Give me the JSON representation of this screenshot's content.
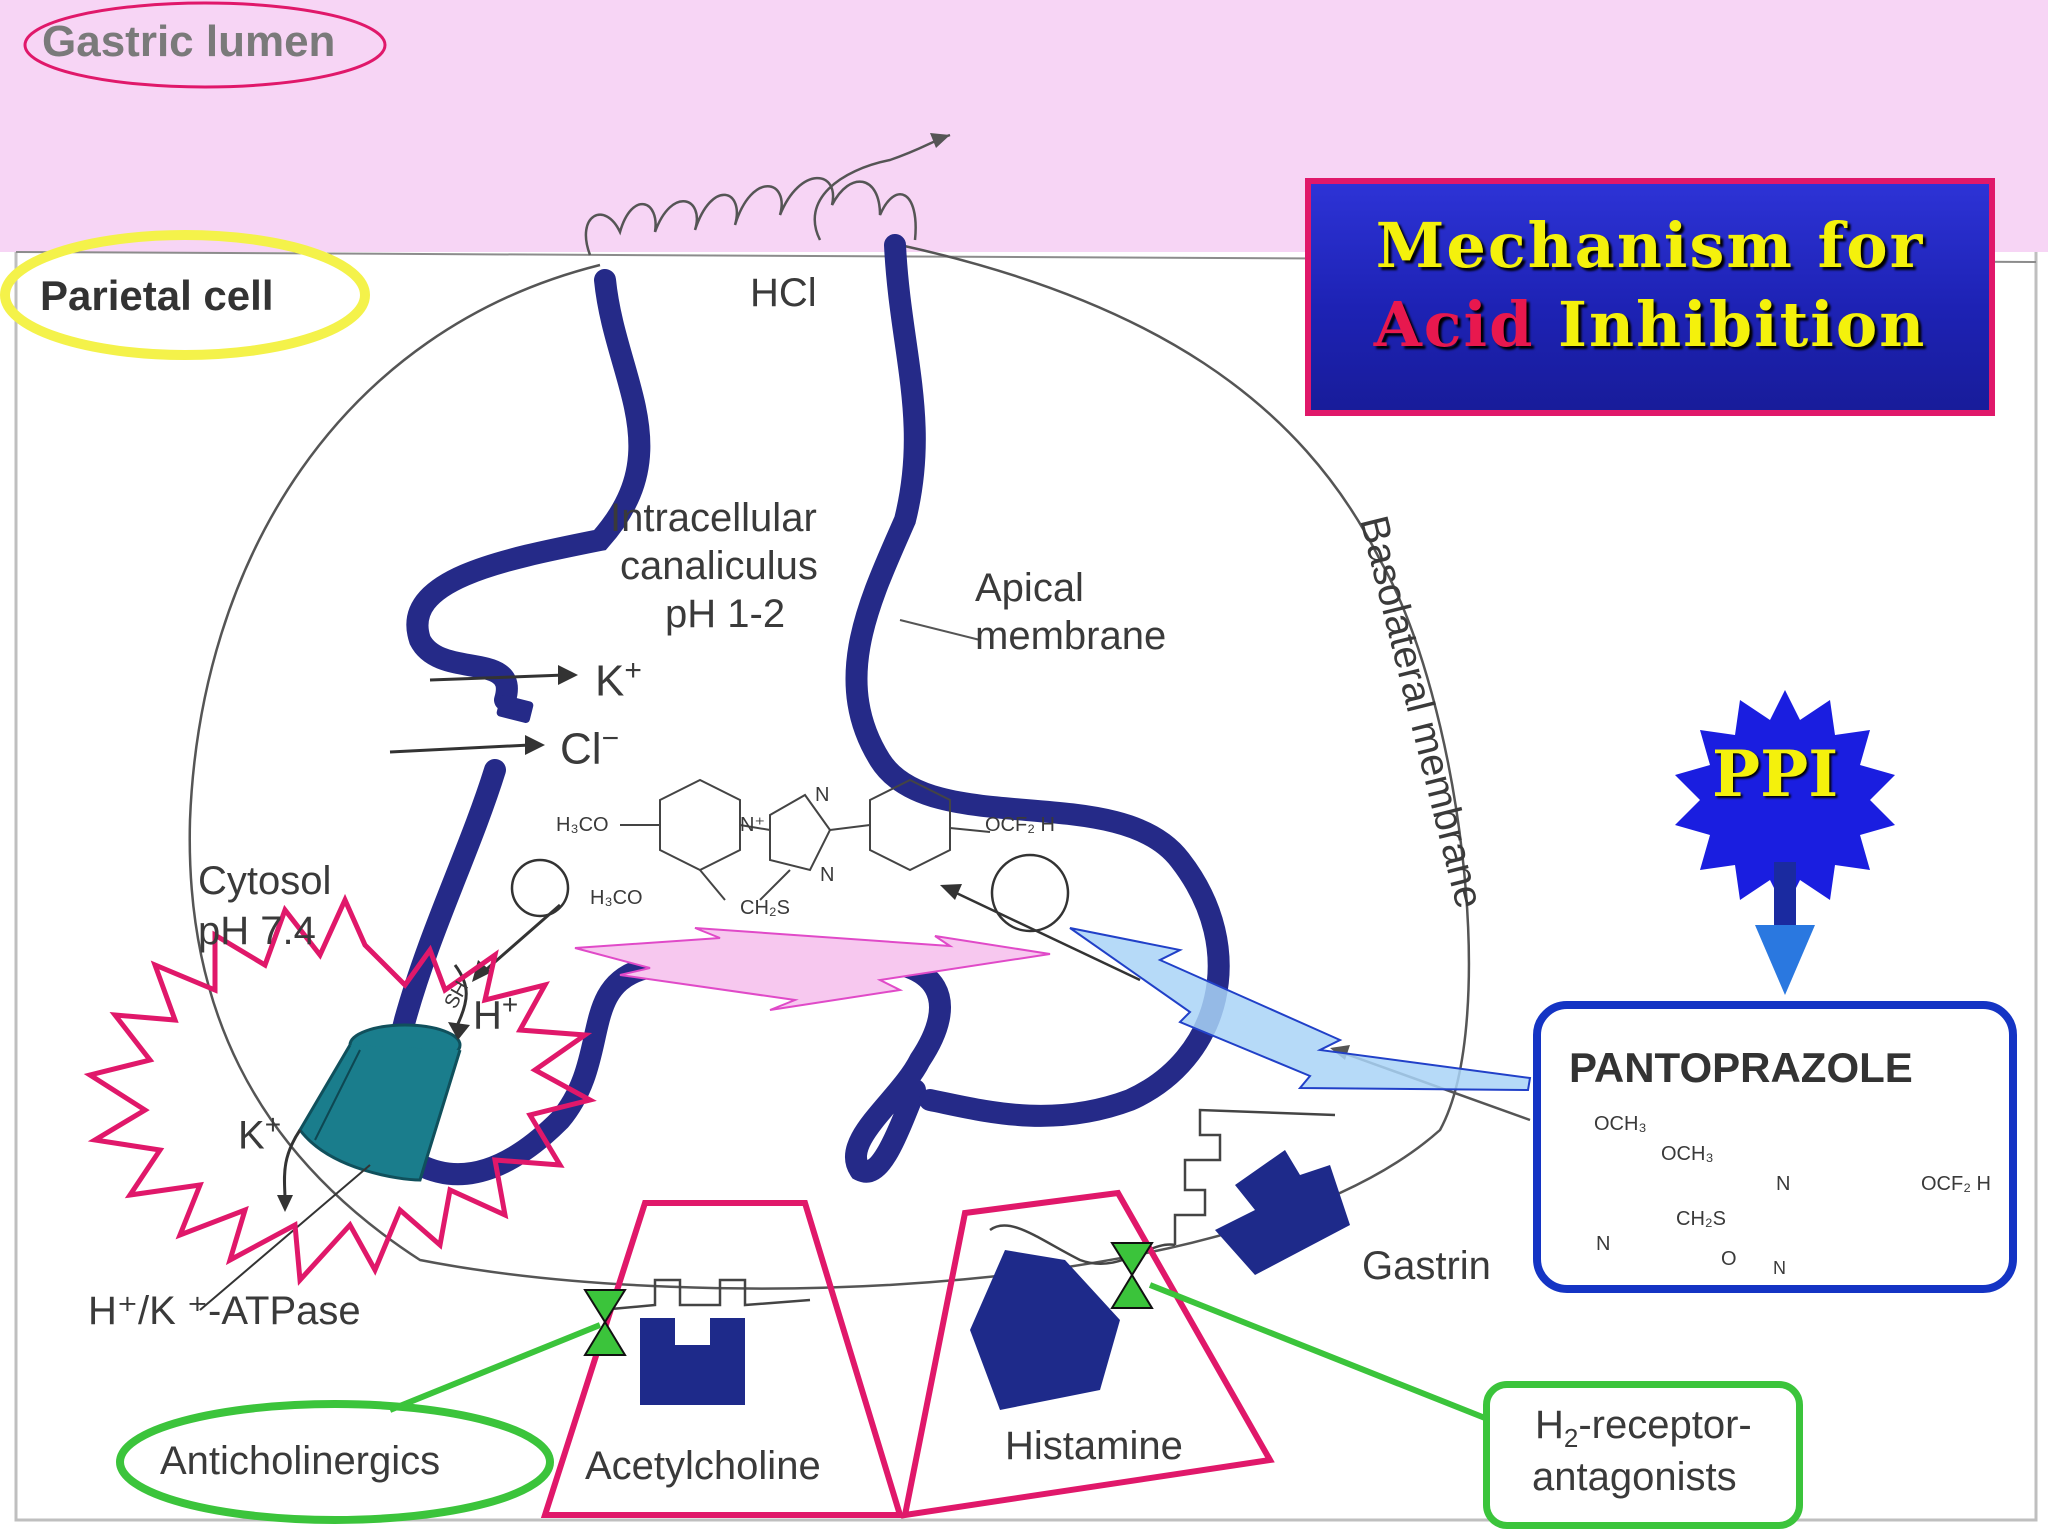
{
  "labels": {
    "gastric_lumen": "Gastric lumen",
    "parietal_cell": "Parietal cell",
    "hcl": "HCl",
    "canaliculus_line1": "Intracellular",
    "canaliculus_line2": "canaliculus",
    "canaliculus_line3": "pH 1-2",
    "apical_line1": "Apical",
    "apical_line2": "membrane",
    "basolateral": "Basolateral membrane",
    "k_ion": "K",
    "cl_ion": "Cl",
    "cytosol_line1": "Cytosol",
    "cytosol_line2": "pH 7.4",
    "h_ion": "H",
    "k_ion_pump": "K",
    "sh": "SH",
    "atpase": "H⁺/K ⁺-ATPase",
    "gastrin": "Gastrin",
    "acetylcholine": "Acetylcholine",
    "histamine": "Histamine",
    "anticholinergics": "Anticholinergics",
    "h2_line1": "H",
    "h2_sub": "2",
    "h2_line1_rest": "-receptor-",
    "h2_line2": "antagonists",
    "ppi": "PPI",
    "pantoprazole": "PANTOPRAZOLE"
  },
  "title": {
    "line1": "Mechanism for",
    "line2_red": "Acid",
    "line2_rest": " Inhibition"
  },
  "molecule_center": {
    "h3co_top": "H₃CO",
    "h3co_bottom": "H₃CO",
    "n_plus": "N⁺",
    "n_top": "N",
    "n_bottom": "N",
    "ch2s": "CH₂S",
    "ocf2h": "OCF₂ H"
  },
  "molecule_panto": {
    "och3_a": "OCH₃",
    "och3_b": "OCH₃",
    "ch2s": "CH₂S",
    "o": "O",
    "n_ring": "N",
    "n_top": "N",
    "n_bottom": "N",
    "ocf2h": "OCF₂ H"
  },
  "colors": {
    "lumen_band": "#f7d5f5",
    "membrane": "#252a88",
    "pump": "#1a7d8c",
    "receptor": "#1e2a8a",
    "highlight_pink": "#e0186a",
    "highlight_green": "#3bc43b",
    "highlight_yellow": "#f4f24a",
    "ppi_burst": "#1a1ee0",
    "ppi_text": "#f4f10c"
  }
}
